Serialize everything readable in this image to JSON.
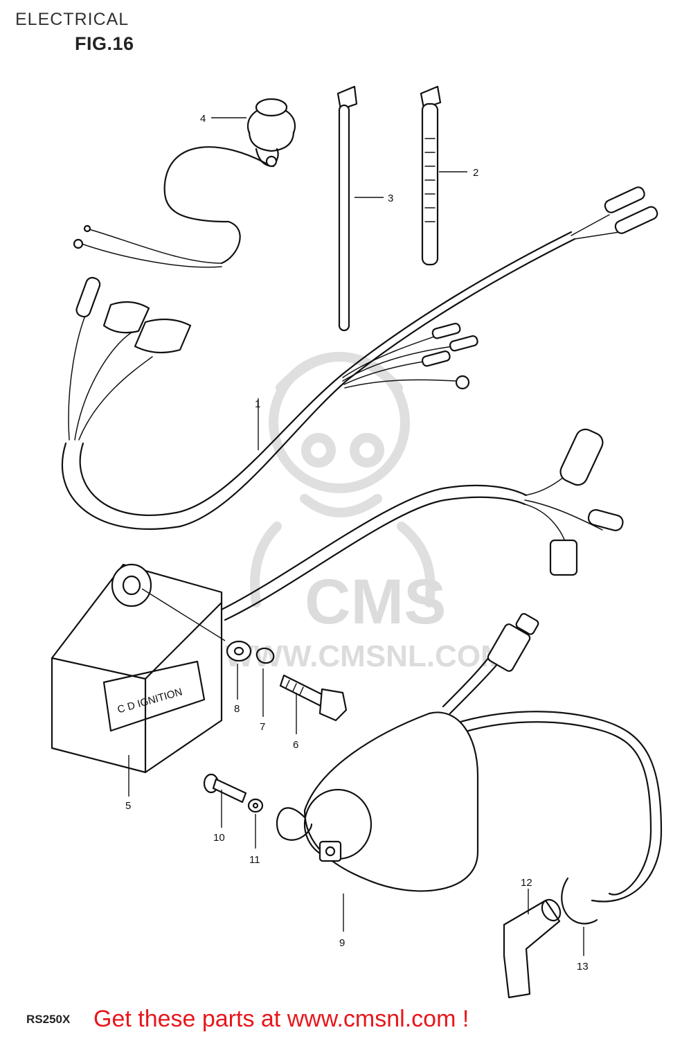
{
  "header": {
    "section_title": "ELECTRICAL",
    "figure_label": "FIG.16"
  },
  "footer": {
    "model": "RS250X",
    "promo_text": "Get these parts at www.cmsnl.com !",
    "promo_color": "#e8161b"
  },
  "watermark": {
    "logo_text": "CMS",
    "url_text": "WWW.CMSNL.COM",
    "color": "#d9d9d9"
  },
  "part_labels": {
    "harness": "1",
    "band_long": "2",
    "clamp": "3",
    "switch": "4",
    "cdi": "5",
    "bolt": "6",
    "lock_washer": "7",
    "washer": "8",
    "coil": "9",
    "screw": "10",
    "lock_washer_small": "11",
    "plug_cap": "12",
    "spring": "13"
  },
  "cdi_label": {
    "title": "C D IGNITION"
  }
}
